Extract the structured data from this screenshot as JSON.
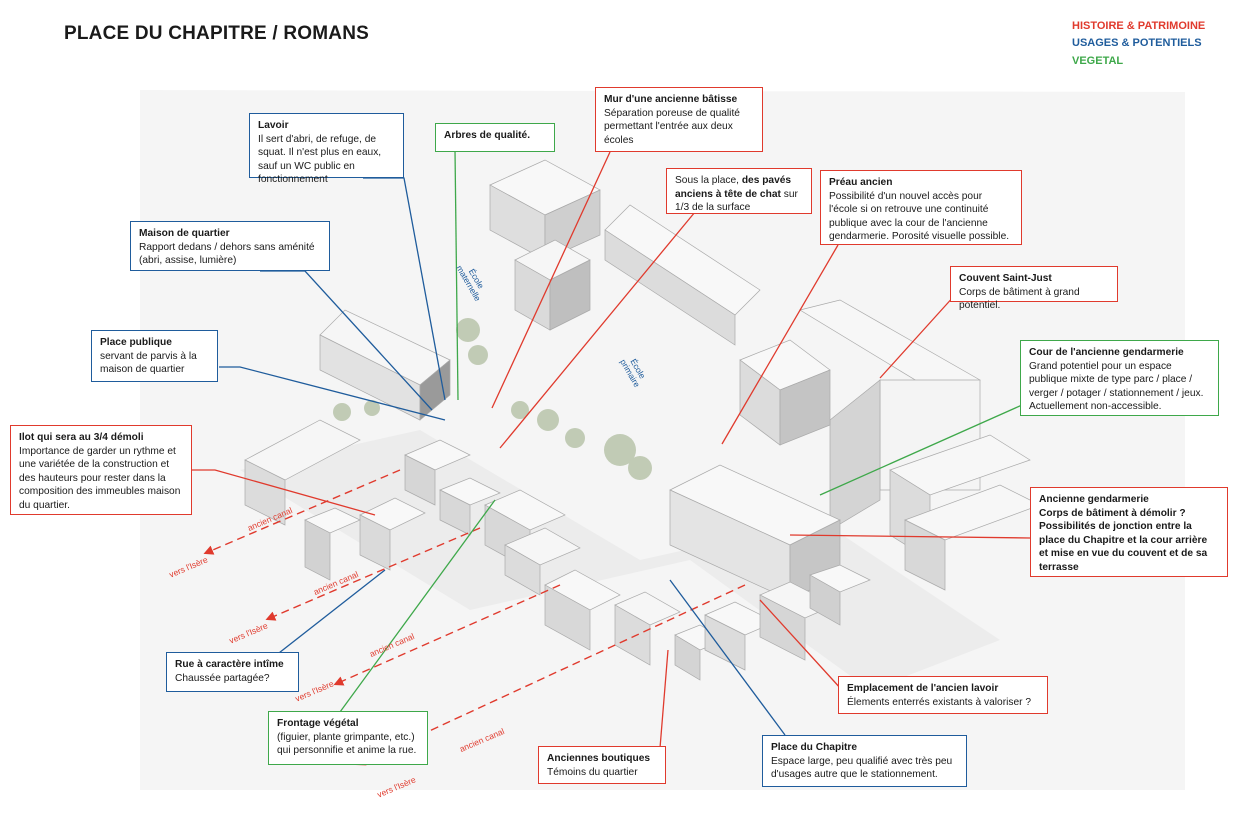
{
  "title": "PLACE DU CHAPITRE / ROMANS",
  "legend": {
    "histoire": "HISTOIRE & PATRIMOINE",
    "usages": "USAGES & POTENTIELS",
    "vegetal": "VEGETAL"
  },
  "colors": {
    "histoire": "#e03a2d",
    "usages": "#1f5c9c",
    "vegetal": "#3ea84a"
  },
  "map_labels": {
    "ecole_maternelle": [
      "École",
      "maternelle"
    ],
    "ecole_primaire": [
      "École",
      "primaire"
    ],
    "ancien_canal": "ancien canal",
    "vers_isere": "vers l'Isère"
  },
  "annotations": {
    "lavoir": {
      "title": "Lavoir",
      "text": "Il sert d'abri, de refuge, de squat. Il n'est plus en eaux, sauf un WC public en fonctionnement"
    },
    "arbres": {
      "title": "Arbres de qualité."
    },
    "mur": {
      "title": "Mur d'une ancienne bâtisse",
      "text": "Séparation poreuse de qualité permettant l'entrée aux deux écoles"
    },
    "paves": {
      "pre": "Sous la place, ",
      "bold": "des pavés anciens à tête de chat",
      "post": " sur 1/3 de la surface"
    },
    "preau": {
      "title": "Préau ancien",
      "text": "Possibilité d'un nouvel accès pour l'école si on retrouve une continuité publique avec la cour de l'ancienne gendarmerie. Porosité visuelle possible."
    },
    "maison": {
      "title": "Maison de quartier",
      "text": "Rapport dedans / dehors sans aménité (abri, assise, lumière)"
    },
    "couvent": {
      "title": "Couvent Saint-Just",
      "text": "Corps de bâtiment à grand potentiel."
    },
    "place_publique": {
      "title": "Place publique",
      "text": "servant de parvis à la maison de quartier"
    },
    "cour": {
      "title": "Cour de l'ancienne gendarmerie",
      "text": "Grand potentiel pour un espace publique mixte de type parc / place / verger / potager / stationnement / jeux. Actuellement non-accessible."
    },
    "ilot": {
      "title": "Ilot qui sera au 3/4 démoli",
      "text": "Importance de garder un rythme et une variétée de la construction et des hauteurs pour rester dans la composition des immeubles maison du quartier."
    },
    "gendarmerie": {
      "title": "Ancienne gendarmerie",
      "text": "Corps de bâtiment à démolir ? Possibilités de jonction entre la place du Chapitre et la cour arrière et mise en vue du couvent et de sa terrasse"
    },
    "rue": {
      "title": "Rue à caractère intîme",
      "text": "Chaussée partagée?"
    },
    "emplacement": {
      "title": "Emplacement de l'ancien lavoir",
      "text": "Élements enterrés existants à valoriser ?"
    },
    "frontage": {
      "title": "Frontage végétal",
      "text": "(figuier, plante grimpante, etc.) qui personnifie et anime la rue."
    },
    "boutiques": {
      "title": "Anciennes boutiques",
      "text": "Témoins du quartier"
    },
    "place_chapitre": {
      "title": "Place du Chapitre",
      "text": "Espace large, peu qualifié avec très peu d'usages autre que le stationnement."
    }
  }
}
